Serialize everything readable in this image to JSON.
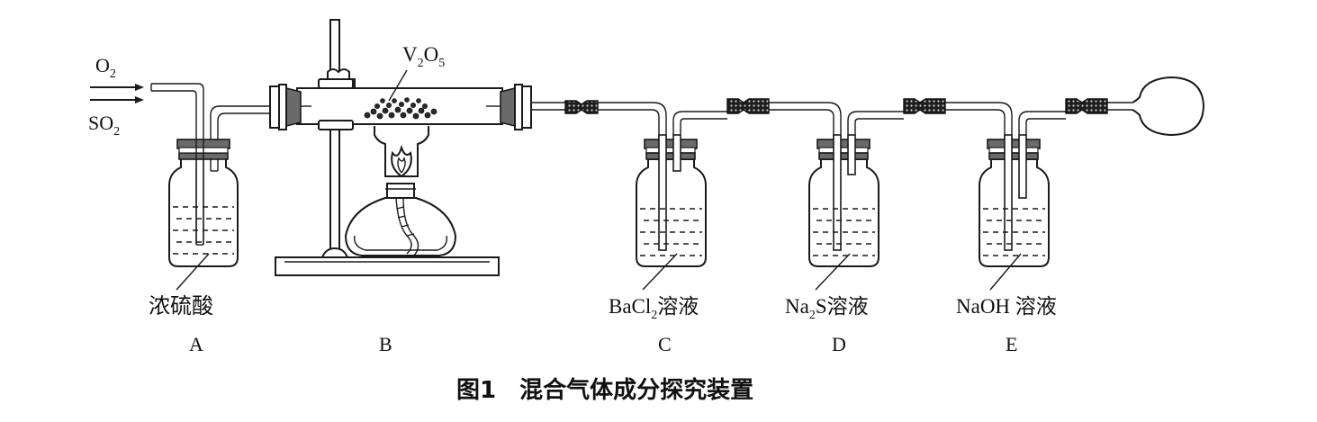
{
  "figure": {
    "caption": "图1　混合气体成分探究装置",
    "gases": {
      "gas1_main": "O",
      "gas1_sub": "2",
      "gas2_main": "SO",
      "gas2_sub": "2"
    },
    "catalyst": {
      "a": "V",
      "b": "2",
      "c": "O",
      "d": "5"
    },
    "units": {
      "A": {
        "letter": "A",
        "reagent": "浓硫酸"
      },
      "B": {
        "letter": "B"
      },
      "C": {
        "letter": "C",
        "reagent_main": "BaCl",
        "reagent_sub": "2",
        "reagent_tail": "溶液"
      },
      "D": {
        "letter": "D",
        "reagent_main": "Na",
        "reagent_sub": "2",
        "reagent_tail": "S溶液"
      },
      "E": {
        "letter": "E",
        "reagent": "NaOH 溶液"
      }
    }
  }
}
